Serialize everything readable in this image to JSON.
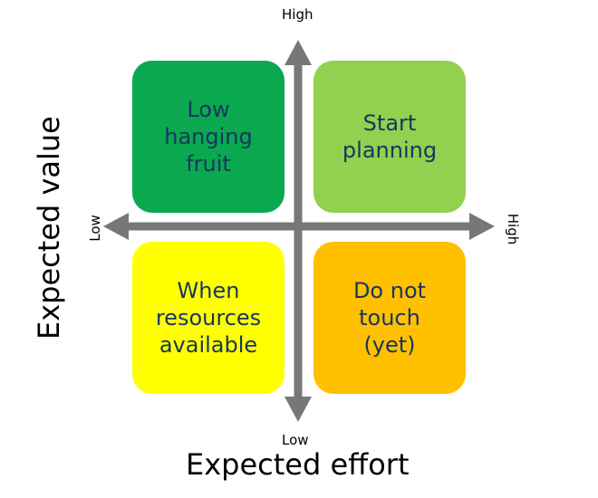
{
  "quadrants": {
    "top_left": {
      "label": "Low\nhanging\nfruit",
      "color": "#0aa84f"
    },
    "top_right": {
      "label": "Start\nplanning",
      "color": "#92d050"
    },
    "bottom_left": {
      "label": "When\nresources\navailable",
      "color": "#ffff00"
    },
    "bottom_right": {
      "label": "Do not\ntouch\n(yet)",
      "color": "#ffc000"
    }
  },
  "axes": {
    "y_title": "Expected value",
    "x_title": "Expected effort",
    "y_high": "High",
    "y_low": "Low",
    "x_low": "Low",
    "x_high": "High",
    "arrow_color": "#777777"
  }
}
